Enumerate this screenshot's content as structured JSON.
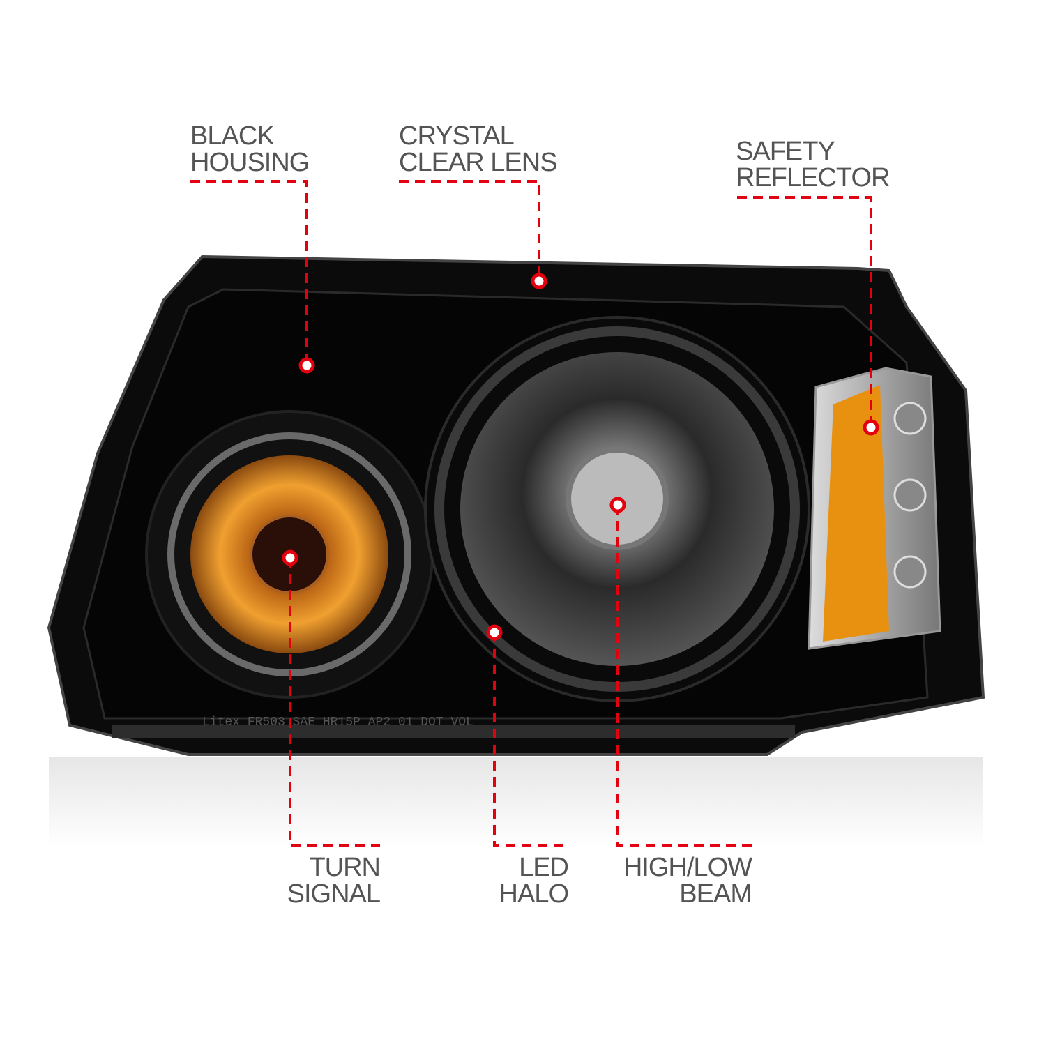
{
  "colors": {
    "callout_line": "#e3000f",
    "label_text": "#545454",
    "housing": "#0b0b0b",
    "amber": "#e8900f"
  },
  "product_lettering": "Litex FR503   SAE HR15P AP2 01 DOT VOL",
  "callouts": {
    "black_housing": {
      "line1": "BLACK",
      "line2": "HOUSING"
    },
    "crystal_clear_lens": {
      "line1": "CRYSTAL",
      "line2": "CLEAR LENS"
    },
    "safety_reflector": {
      "line1": "SAFETY",
      "line2": "REFLECTOR"
    },
    "turn_signal": {
      "line1": "TURN",
      "line2": "SIGNAL"
    },
    "led_halo": {
      "line1": "LED",
      "line2": "HALO"
    },
    "high_low_beam": {
      "line1": "HIGH/LOW",
      "line2": "BEAM"
    }
  }
}
